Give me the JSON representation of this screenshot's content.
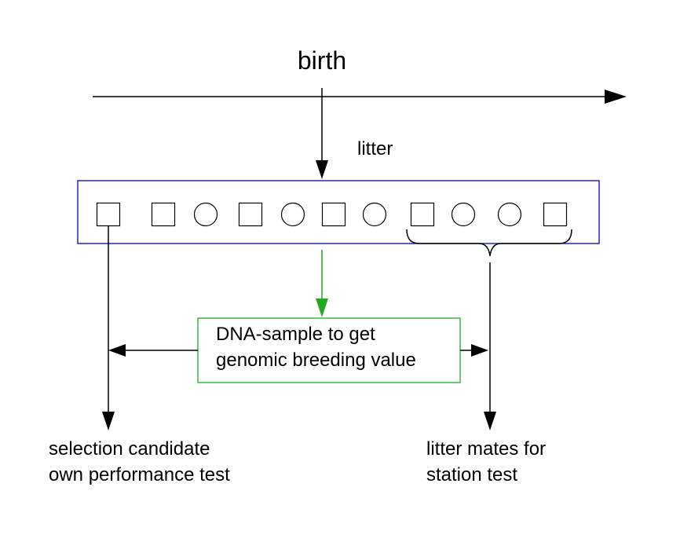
{
  "texts": {
    "birth": "birth",
    "litter": "litter",
    "dna_line1": "DNA-sample to get",
    "dna_line2": "genomic breeding value",
    "selection_line1": "selection candidate",
    "selection_line2": "own performance test",
    "mates_line1": "litter mates for",
    "mates_line2": "station test"
  },
  "litter_sequence": [
    "square",
    "square",
    "circle",
    "square",
    "circle",
    "square",
    "circle",
    "square",
    "circle",
    "circle",
    "square"
  ],
  "colors": {
    "litter_box_border": "#0000cc",
    "dna_box_border": "#22aa22",
    "dna_arrow": "#22aa22",
    "lines": "#000000"
  }
}
